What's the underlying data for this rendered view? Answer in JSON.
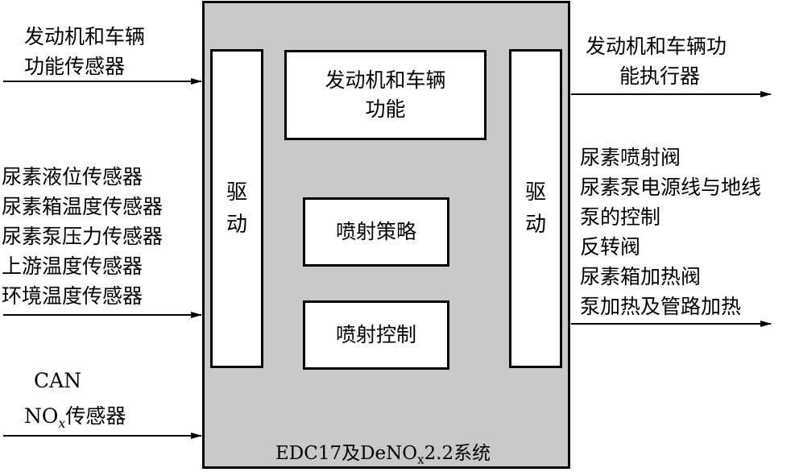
{
  "inputs": {
    "engine_sensors": [
      "发动机和车辆",
      "功能传感器"
    ],
    "urea_sensors": [
      "尿素液位传感器",
      "尿素箱温度传感器",
      "尿素泵压力传感器",
      "上游温度传感器",
      "环境温度传感器"
    ],
    "can_label": "CAN",
    "nox_prefix": "NO",
    "nox_sub": "x",
    "nox_suffix": "传感器"
  },
  "ecu": {
    "driver_left": [
      "驱",
      "动"
    ],
    "driver_right": [
      "驱",
      "动"
    ],
    "functions": [
      "发动机和车辆",
      "功能"
    ],
    "injection_strategy": "喷射策略",
    "injection_control": "喷射控制",
    "caption_main": "EDC17及DeNO",
    "caption_sub": "x",
    "caption_tail": "2.2系统"
  },
  "outputs": {
    "engine_actuators": [
      "发动机和车辆功",
      "能执行器"
    ],
    "urea_actuators": [
      "尿素喷射阀",
      "尿素泵电源线与地线",
      "泵的控制",
      "反转阀",
      "尿素箱加热阀",
      "泵加热及管路加热"
    ]
  },
  "colors": {
    "ecu_fill": "#c9c9c9",
    "box_fill": "#ffffff",
    "line": "#000000"
  }
}
